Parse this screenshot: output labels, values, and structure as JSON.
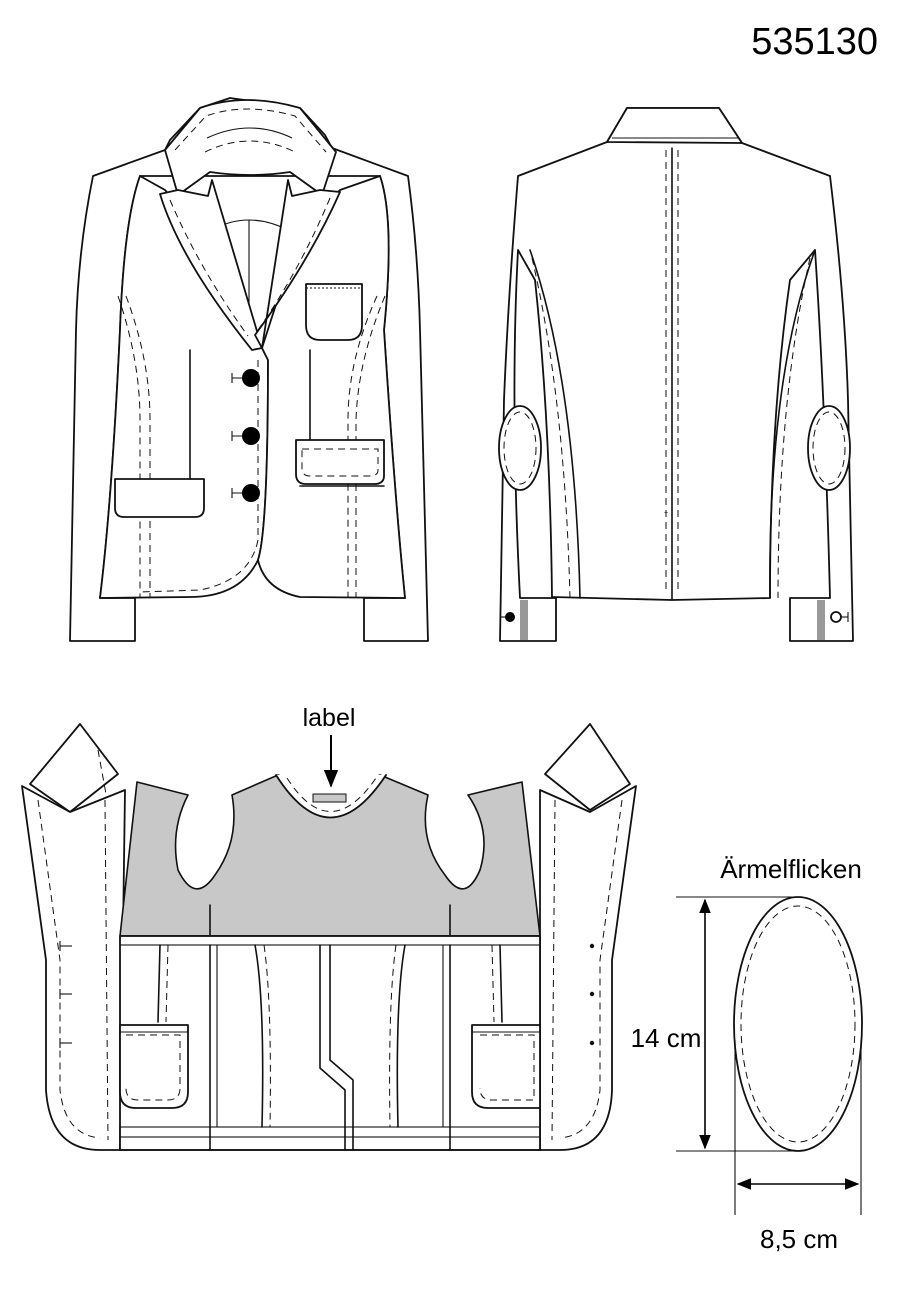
{
  "pattern_number": "535130",
  "labels": {
    "label_callout": "label",
    "elbow_patch_title": "Ärmelflicken",
    "patch_height": "14 cm",
    "patch_width": "8,5 cm"
  },
  "colors": {
    "line": "#111111",
    "lining_grey": "#c8c8c8",
    "background": "#ffffff"
  }
}
